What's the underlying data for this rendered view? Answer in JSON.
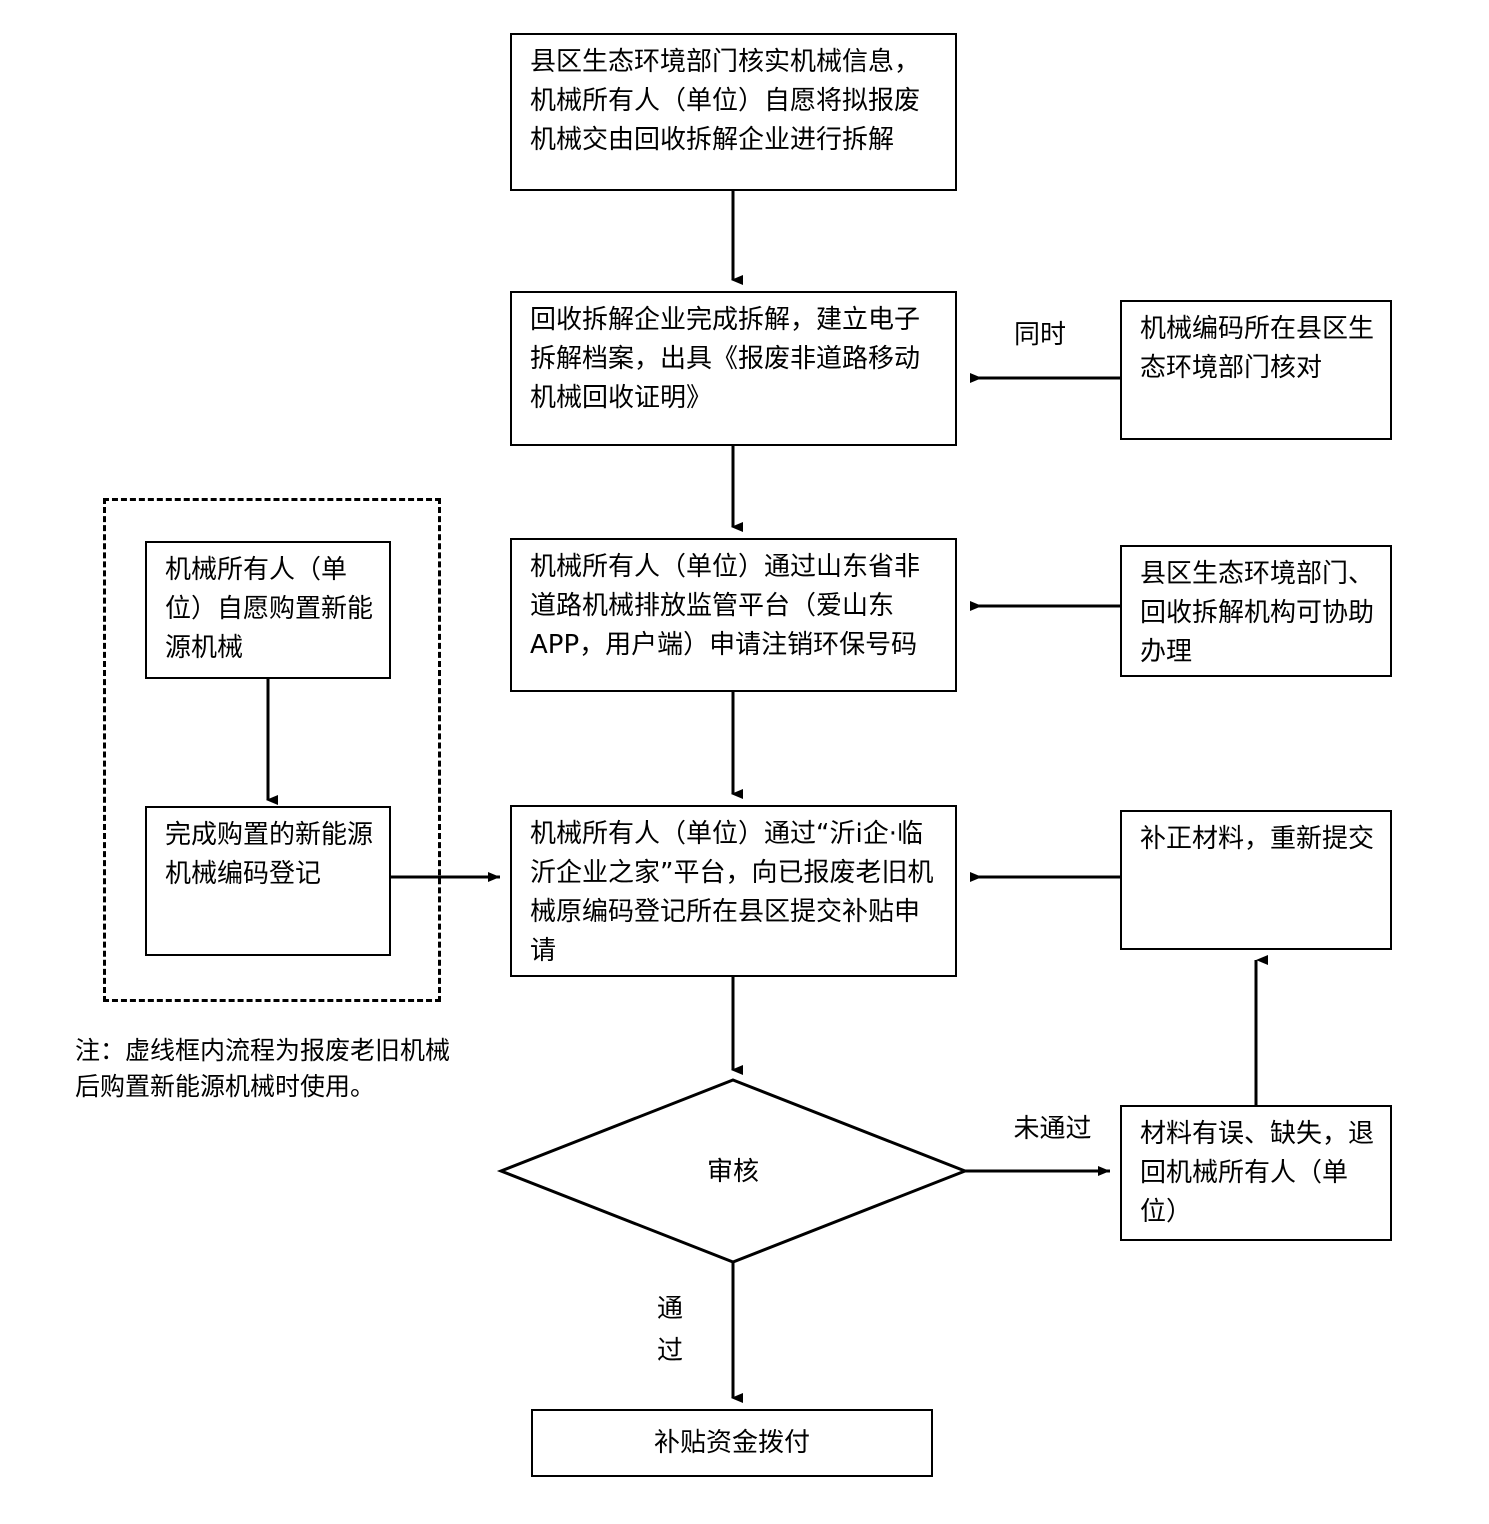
{
  "diagram": {
    "title_present": false,
    "nodes": {
      "verify_machine": "县区生态环境部门核实机械信息，机械所有人（单位）自愿将拟报废机械交由回收拆解企业进行拆解",
      "dismantle_complete": "回收拆解企业完成拆解，建立电子拆解档案，出具《报废非道路移动机械回收证明》",
      "county_check": "机械编码所在县区生态环境部门核对",
      "cancel_code": "机械所有人（单位）通过山东省非道路机械排放监管平台（爱山东APP，用户端）申请注销环保号码",
      "assist_handle": "县区生态环境部门、回收拆解机构可协助办理",
      "voluntary_purchase": "机械所有人（单位）自愿购置新能源机械",
      "register_new_code": "完成购置的新能源机械编码登记",
      "submit_subsidy": "机械所有人（单位）通过“沂i企·临沂企业之家”平台，向已报废老旧机械原编码登记所在县区提交补贴申请",
      "resubmit_materials": "补正材料，重新提交",
      "review_decision": "审核",
      "materials_error": "材料有误、缺失，退回机械所有人（单位）",
      "subsidy_payout": "补贴资金拨付"
    },
    "edge_labels": {
      "simultaneously": "同时",
      "not_passed": "未通过",
      "passed": "通\n过"
    },
    "note": "注：虚线框内流程为报废老旧机械后购置新能源机械时使用。",
    "colors": {
      "stroke": "#000000",
      "fill": "#ffffff",
      "text": "#000000"
    }
  }
}
